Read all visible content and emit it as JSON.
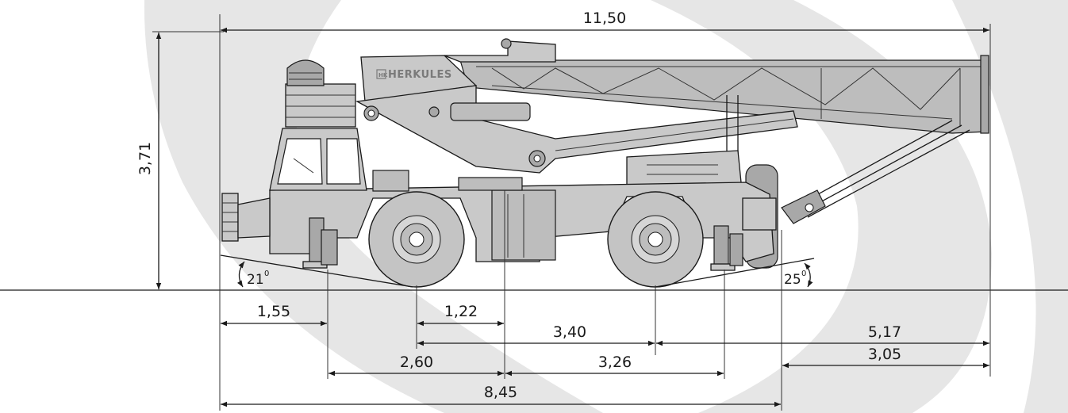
{
  "brand": {
    "name": "HERKULES",
    "logo": "HK"
  },
  "dimensions": {
    "overall_length": "11,50",
    "height": "3,71",
    "front_overhang": "1,55",
    "rear_stub": "1,22",
    "wheelbase": "3,40",
    "boom_overhang": "5,17",
    "outrigger_front": "2,60",
    "outrigger_rear": "3,26",
    "rear_overhang": "3,05",
    "chassis_length": "8,45"
  },
  "angles": {
    "approach": "21",
    "departure": "25",
    "degree_mark": "0"
  },
  "colors": {
    "background": "#ffffff",
    "swoosh": "#e6e6e6",
    "vehicle": "#c9c9c9",
    "lines": "#1a1a1a"
  }
}
